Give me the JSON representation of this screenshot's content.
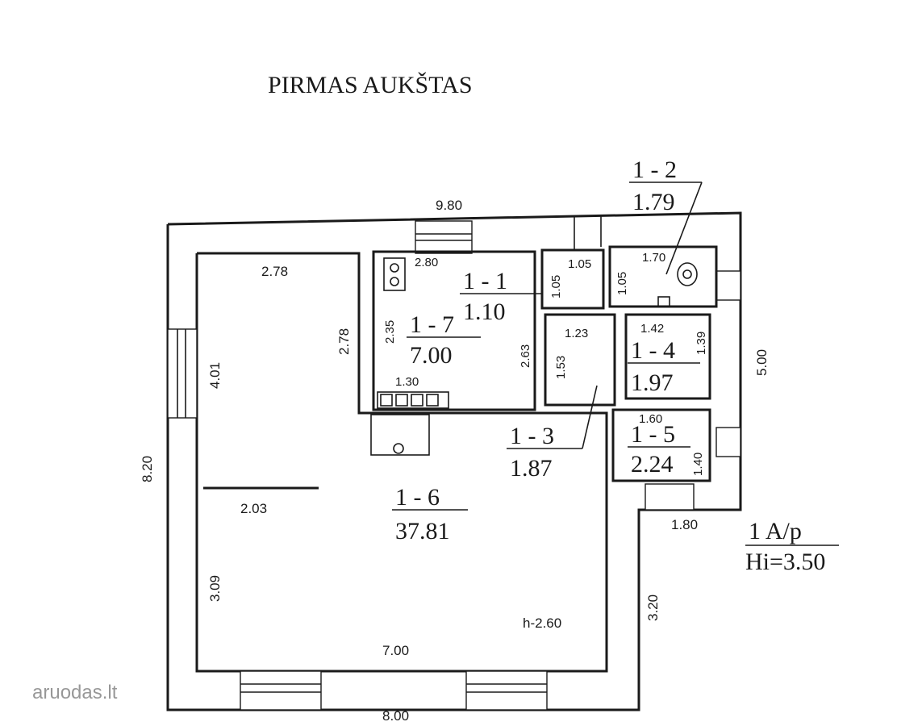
{
  "title": "PIRMAS AUKŠTAS",
  "rooms": [
    {
      "id": "1 - 1",
      "area": "1.10"
    },
    {
      "id": "1 - 2",
      "area": "1.79"
    },
    {
      "id": "1 - 3",
      "area": "1.87"
    },
    {
      "id": "1 - 4",
      "area": "1.97"
    },
    {
      "id": "1 - 5",
      "area": "2.24"
    },
    {
      "id": "1 - 6",
      "area": "37.81"
    },
    {
      "id": "1 - 7",
      "area": "7.00"
    }
  ],
  "dimensions": {
    "top_outer": "9.80",
    "left_outer": "8.20",
    "bottom_outer": "8.00",
    "right_outer": "5.00",
    "right_lower": "3.20",
    "wing_bottom": "1.80",
    "big_top": "2.78",
    "big_right": "2.78",
    "big_left": "4.01",
    "big_left_lower": "3.09",
    "big_bottom": "7.00",
    "partition": "2.03",
    "kitchen_top": "2.80",
    "kitchen_left": "2.35",
    "kitchen_right": "2.63",
    "kitchen_bottom": "1.30",
    "hall_top": "1.05",
    "hall_side": "1.05",
    "wc_top": "1.70",
    "wc_side": "1.05",
    "corridor_top": "1.23",
    "corridor_side": "1.53",
    "room4_top": "1.42",
    "room4_side": "1.39",
    "room5_top": "1.60",
    "room5_side": "1.40"
  },
  "height_note": "h-2.60",
  "legend": {
    "line1": "1 A/p",
    "line2": "Hi=3.50"
  },
  "watermark": "aruodas.lt",
  "icons": [
    "stove-icon",
    "toilet-icon",
    "sink-icon"
  ]
}
